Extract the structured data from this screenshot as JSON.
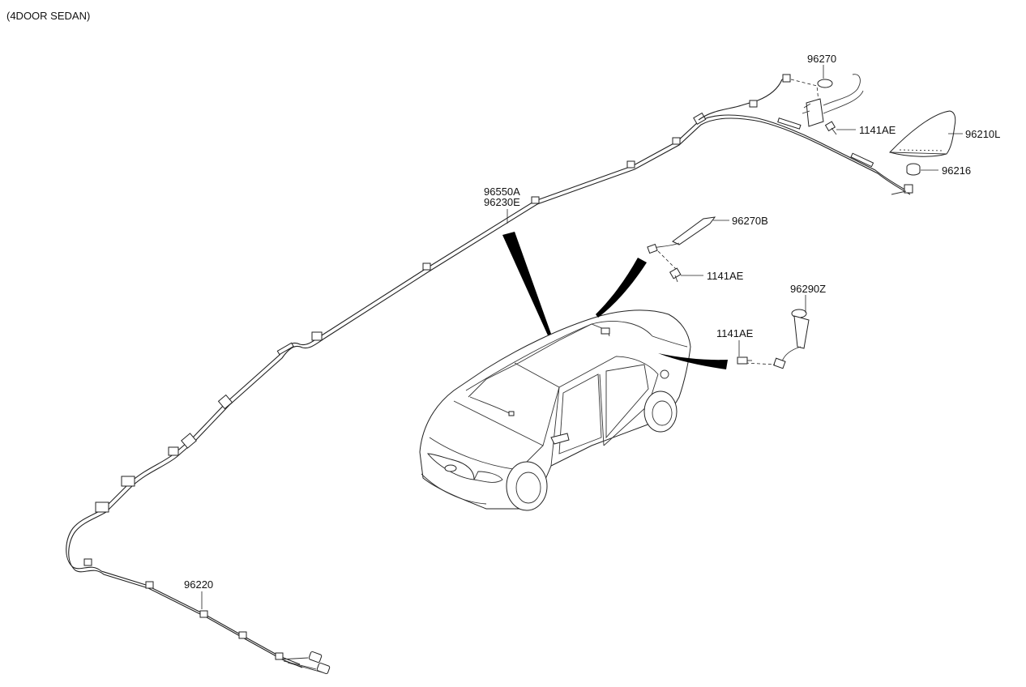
{
  "header": {
    "title": "(4DOOR SEDAN)"
  },
  "labels": {
    "p96270": "96270",
    "p1141ae_top": "1141AE",
    "p96210l": "96210L",
    "p96216": "96216",
    "p96550a": "96550A",
    "p96230e": "96230E",
    "p96270b": "96270B",
    "p1141ae_mid": "1141AE",
    "p96290z": "96290Z",
    "p1141ae_low": "1141AE",
    "p96220": "96220"
  }
}
